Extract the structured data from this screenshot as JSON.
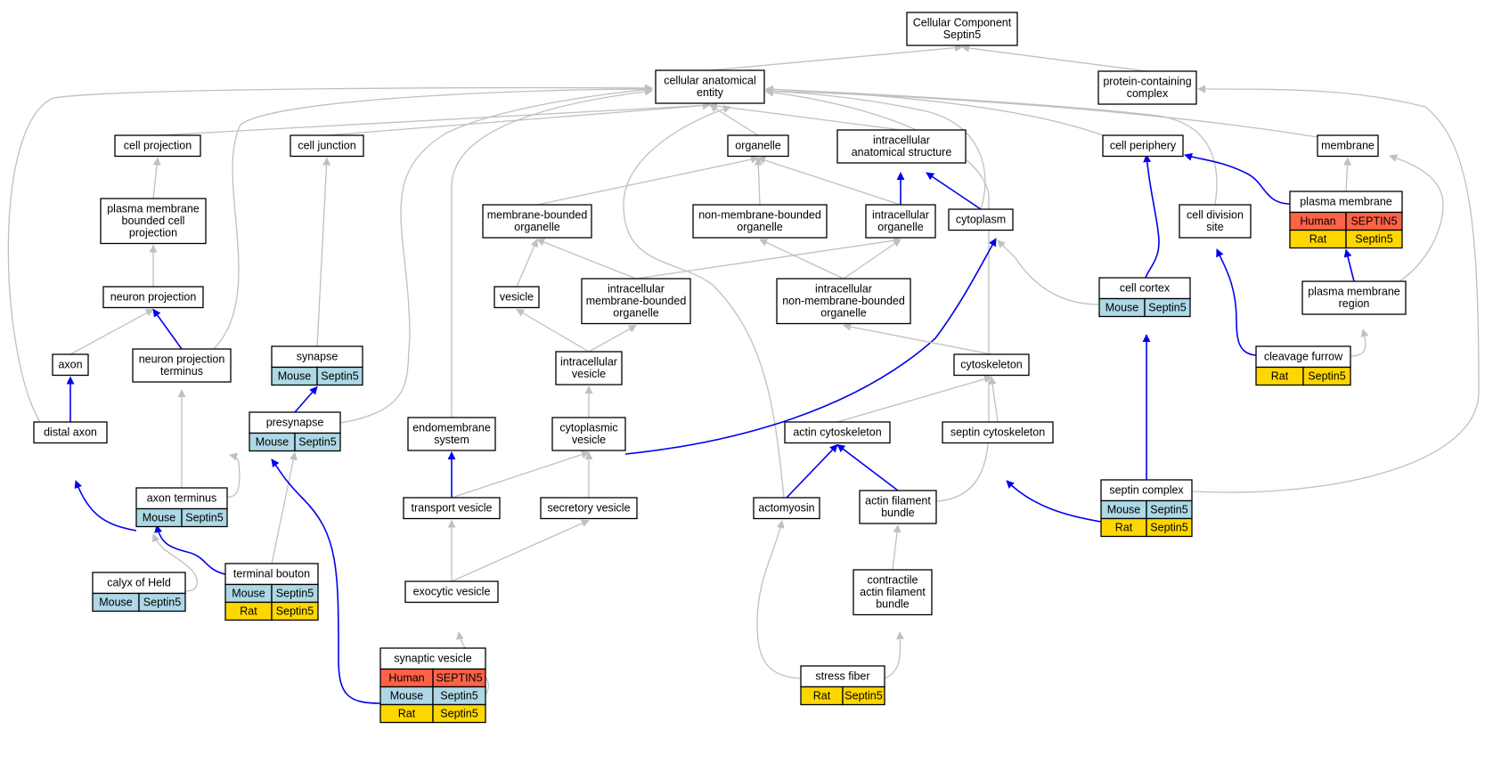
{
  "colors": {
    "human": "#ff6347",
    "mouse": "#add8e6",
    "rat": "#ffd700",
    "edge_is_a": "#c0c0c0",
    "edge_part_of": "#0000ee"
  },
  "nodes": [
    {
      "id": "root",
      "lines": [
        "Cellular Component",
        "Septin5"
      ]
    },
    {
      "id": "cae",
      "lines": [
        "cellular anatomical",
        "entity"
      ]
    },
    {
      "id": "pcc",
      "lines": [
        "protein-containing",
        "complex"
      ]
    },
    {
      "id": "cproj",
      "lines": [
        "cell projection"
      ]
    },
    {
      "id": "cjunc",
      "lines": [
        "cell junction"
      ]
    },
    {
      "id": "organelle",
      "lines": [
        "organelle"
      ]
    },
    {
      "id": "ias",
      "lines": [
        "intracellular",
        "anatomical structure"
      ]
    },
    {
      "id": "cperi",
      "lines": [
        "cell periphery"
      ]
    },
    {
      "id": "membrane",
      "lines": [
        "membrane"
      ]
    },
    {
      "id": "pmbcp",
      "lines": [
        "plasma membrane",
        "bounded cell",
        "projection"
      ]
    },
    {
      "id": "mbo",
      "lines": [
        "membrane-bounded",
        "organelle"
      ]
    },
    {
      "id": "nmbo",
      "lines": [
        "non-membrane-bounded",
        "organelle"
      ]
    },
    {
      "id": "io",
      "lines": [
        "intracellular",
        "organelle"
      ]
    },
    {
      "id": "cytoplasm",
      "lines": [
        "cytoplasm"
      ]
    },
    {
      "id": "cds",
      "lines": [
        "cell division",
        "site"
      ]
    },
    {
      "id": "pm",
      "lines": [
        "plasma membrane"
      ],
      "ann": [
        [
          {
            "sp": "Human",
            "gene": "SEPTIN5"
          }
        ],
        [
          {
            "sp": "Rat",
            "gene": "Septin5"
          }
        ]
      ]
    },
    {
      "id": "nproj",
      "lines": [
        "neuron projection"
      ]
    },
    {
      "id": "vesicle",
      "lines": [
        "vesicle"
      ]
    },
    {
      "id": "imbo",
      "lines": [
        "intracellular",
        "membrane-bounded",
        "organelle"
      ]
    },
    {
      "id": "inmbo",
      "lines": [
        "intracellular",
        "non-membrane-bounded",
        "organelle"
      ]
    },
    {
      "id": "cortex",
      "lines": [
        "cell cortex"
      ],
      "ann": [
        [
          {
            "sp": "Mouse",
            "gene": "Septin5"
          }
        ]
      ]
    },
    {
      "id": "pmr",
      "lines": [
        "plasma membrane",
        "region"
      ]
    },
    {
      "id": "axon",
      "lines": [
        "axon"
      ]
    },
    {
      "id": "npt",
      "lines": [
        "neuron projection",
        "terminus"
      ]
    },
    {
      "id": "synapse",
      "lines": [
        "synapse"
      ],
      "ann": [
        [
          {
            "sp": "Mouse",
            "gene": "Septin5"
          }
        ]
      ]
    },
    {
      "id": "iv",
      "lines": [
        "intracellular",
        "vesicle"
      ]
    },
    {
      "id": "cytoskel",
      "lines": [
        "cytoskeleton"
      ]
    },
    {
      "id": "furrow",
      "lines": [
        "cleavage furrow"
      ],
      "ann": [
        [
          {
            "sp": "Rat",
            "gene": "Septin5"
          }
        ]
      ]
    },
    {
      "id": "daxon",
      "lines": [
        "distal axon"
      ]
    },
    {
      "id": "presyn",
      "lines": [
        "presynapse"
      ],
      "ann": [
        [
          {
            "sp": "Mouse",
            "gene": "Septin5"
          }
        ]
      ]
    },
    {
      "id": "endo",
      "lines": [
        "endomembrane",
        "system"
      ]
    },
    {
      "id": "cv",
      "lines": [
        "cytoplasmic",
        "vesicle"
      ]
    },
    {
      "id": "actsk",
      "lines": [
        "actin cytoskeleton"
      ]
    },
    {
      "id": "sepsk",
      "lines": [
        "septin cytoskeleton"
      ]
    },
    {
      "id": "aterm",
      "lines": [
        "axon terminus"
      ],
      "ann": [
        [
          {
            "sp": "Mouse",
            "gene": "Septin5"
          }
        ]
      ]
    },
    {
      "id": "tv",
      "lines": [
        "transport vesicle"
      ]
    },
    {
      "id": "sv",
      "lines": [
        "secretory vesicle"
      ]
    },
    {
      "id": "actomyo",
      "lines": [
        "actomyosin"
      ]
    },
    {
      "id": "afb",
      "lines": [
        "actin filament",
        "bundle"
      ]
    },
    {
      "id": "sepc",
      "lines": [
        "septin complex"
      ],
      "ann": [
        [
          {
            "sp": "Mouse",
            "gene": "Septin5"
          }
        ],
        [
          {
            "sp": "Rat",
            "gene": "Septin5"
          }
        ]
      ]
    },
    {
      "id": "bouton",
      "lines": [
        "terminal bouton"
      ],
      "ann": [
        [
          {
            "sp": "Mouse",
            "gene": "Septin5"
          }
        ],
        [
          {
            "sp": "Rat",
            "gene": "Septin5"
          }
        ]
      ]
    },
    {
      "id": "held",
      "lines": [
        "calyx of Held"
      ],
      "ann": [
        [
          {
            "sp": "Mouse",
            "gene": "Septin5"
          }
        ]
      ]
    },
    {
      "id": "exo",
      "lines": [
        "exocytic vesicle"
      ]
    },
    {
      "id": "cafb",
      "lines": [
        "contractile",
        "actin filament",
        "bundle"
      ]
    },
    {
      "id": "synv",
      "lines": [
        "synaptic vesicle"
      ],
      "ann": [
        [
          {
            "sp": "Human",
            "gene": "SEPTIN5"
          }
        ],
        [
          {
            "sp": "Mouse",
            "gene": "Septin5"
          }
        ],
        [
          {
            "sp": "Rat",
            "gene": "Septin5"
          }
        ]
      ]
    },
    {
      "id": "stress",
      "lines": [
        "stress fiber"
      ],
      "ann": [
        [
          {
            "sp": "Rat",
            "gene": "Septin5"
          }
        ]
      ]
    }
  ],
  "edges": [
    {
      "from": "cae",
      "to": "root",
      "type": "is_a"
    },
    {
      "from": "pcc",
      "to": "root",
      "type": "is_a"
    },
    {
      "from": "cproj",
      "to": "cae",
      "type": "is_a"
    },
    {
      "from": "cjunc",
      "to": "cae",
      "type": "is_a"
    },
    {
      "from": "organelle",
      "to": "cae",
      "type": "is_a"
    },
    {
      "from": "ias",
      "to": "cae",
      "type": "is_a"
    },
    {
      "from": "cperi",
      "to": "cae",
      "type": "is_a"
    },
    {
      "from": "membrane",
      "to": "cae",
      "type": "is_a"
    },
    {
      "from": "cytoplasm",
      "to": "cae",
      "type": "is_a"
    },
    {
      "from": "cds",
      "to": "cae",
      "type": "is_a"
    },
    {
      "from": "npt",
      "to": "cae",
      "type": "is_a"
    },
    {
      "from": "daxon",
      "to": "cae",
      "type": "is_a"
    },
    {
      "from": "presyn",
      "to": "cae",
      "type": "is_a"
    },
    {
      "from": "endo",
      "to": "cae",
      "type": "is_a"
    },
    {
      "from": "actomyo",
      "to": "cae",
      "type": "is_a"
    },
    {
      "from": "afb",
      "to": "cae",
      "type": "is_a"
    },
    {
      "from": "sepc",
      "to": "pcc",
      "type": "is_a"
    },
    {
      "from": "pmbcp",
      "to": "cproj",
      "type": "is_a"
    },
    {
      "from": "synapse",
      "to": "cjunc",
      "type": "is_a"
    },
    {
      "from": "mbo",
      "to": "organelle",
      "type": "is_a"
    },
    {
      "from": "nmbo",
      "to": "organelle",
      "type": "is_a"
    },
    {
      "from": "io",
      "to": "organelle",
      "type": "is_a"
    },
    {
      "from": "io",
      "to": "ias",
      "type": "part_of"
    },
    {
      "from": "cytoplasm",
      "to": "ias",
      "type": "part_of"
    },
    {
      "from": "pm",
      "to": "membrane",
      "type": "is_a"
    },
    {
      "from": "pm",
      "to": "cperi",
      "type": "part_of"
    },
    {
      "from": "cortex",
      "to": "cperi",
      "type": "part_of"
    },
    {
      "from": "cortex",
      "to": "cytoplasm",
      "type": "is_a"
    },
    {
      "from": "pmr",
      "to": "membrane",
      "type": "is_a"
    },
    {
      "from": "pmr",
      "to": "pm",
      "type": "part_of"
    },
    {
      "from": "furrow",
      "to": "pmr",
      "type": "is_a"
    },
    {
      "from": "furrow",
      "to": "cds",
      "type": "part_of"
    },
    {
      "from": "nproj",
      "to": "pmbcp",
      "type": "is_a"
    },
    {
      "from": "axon",
      "to": "nproj",
      "type": "is_a"
    },
    {
      "from": "npt",
      "to": "nproj",
      "type": "part_of"
    },
    {
      "from": "daxon",
      "to": "axon",
      "type": "part_of"
    },
    {
      "from": "vesicle",
      "to": "mbo",
      "type": "is_a"
    },
    {
      "from": "imbo",
      "to": "mbo",
      "type": "is_a"
    },
    {
      "from": "imbo",
      "to": "io",
      "type": "is_a"
    },
    {
      "from": "inmbo",
      "to": "nmbo",
      "type": "is_a"
    },
    {
      "from": "inmbo",
      "to": "io",
      "type": "is_a"
    },
    {
      "from": "iv",
      "to": "vesicle",
      "type": "is_a"
    },
    {
      "from": "iv",
      "to": "imbo",
      "type": "is_a"
    },
    {
      "from": "cv",
      "to": "iv",
      "type": "is_a"
    },
    {
      "from": "cv",
      "to": "cytoplasm",
      "type": "part_of"
    },
    {
      "from": "cytoskel",
      "to": "inmbo",
      "type": "is_a"
    },
    {
      "from": "presyn",
      "to": "synapse",
      "type": "part_of"
    },
    {
      "from": "aterm",
      "to": "daxon",
      "type": "part_of"
    },
    {
      "from": "aterm",
      "to": "npt",
      "type": "is_a"
    },
    {
      "from": "aterm",
      "to": "presyn",
      "type": "is_a"
    },
    {
      "from": "bouton",
      "to": "aterm",
      "type": "part_of"
    },
    {
      "from": "bouton",
      "to": "presyn",
      "type": "is_a"
    },
    {
      "from": "held",
      "to": "aterm",
      "type": "is_a"
    },
    {
      "from": "tv",
      "to": "endo",
      "type": "part_of"
    },
    {
      "from": "tv",
      "to": "cv",
      "type": "is_a"
    },
    {
      "from": "sv",
      "to": "cv",
      "type": "is_a"
    },
    {
      "from": "exo",
      "to": "tv",
      "type": "is_a"
    },
    {
      "from": "exo",
      "to": "sv",
      "type": "is_a"
    },
    {
      "from": "synv",
      "to": "exo",
      "type": "is_a"
    },
    {
      "from": "synv",
      "to": "presyn",
      "type": "part_of"
    },
    {
      "from": "actsk",
      "to": "cytoskel",
      "type": "is_a"
    },
    {
      "from": "sepsk",
      "to": "cytoskel",
      "type": "is_a"
    },
    {
      "from": "actomyo",
      "to": "actsk",
      "type": "part_of"
    },
    {
      "from": "afb",
      "to": "actsk",
      "type": "part_of"
    },
    {
      "from": "cafb",
      "to": "afb",
      "type": "is_a"
    },
    {
      "from": "stress",
      "to": "cafb",
      "type": "is_a"
    },
    {
      "from": "stress",
      "to": "actomyo",
      "type": "is_a"
    },
    {
      "from": "sepc",
      "to": "sepsk",
      "type": "part_of"
    },
    {
      "from": "sepc",
      "to": "cortex",
      "type": "part_of"
    }
  ]
}
